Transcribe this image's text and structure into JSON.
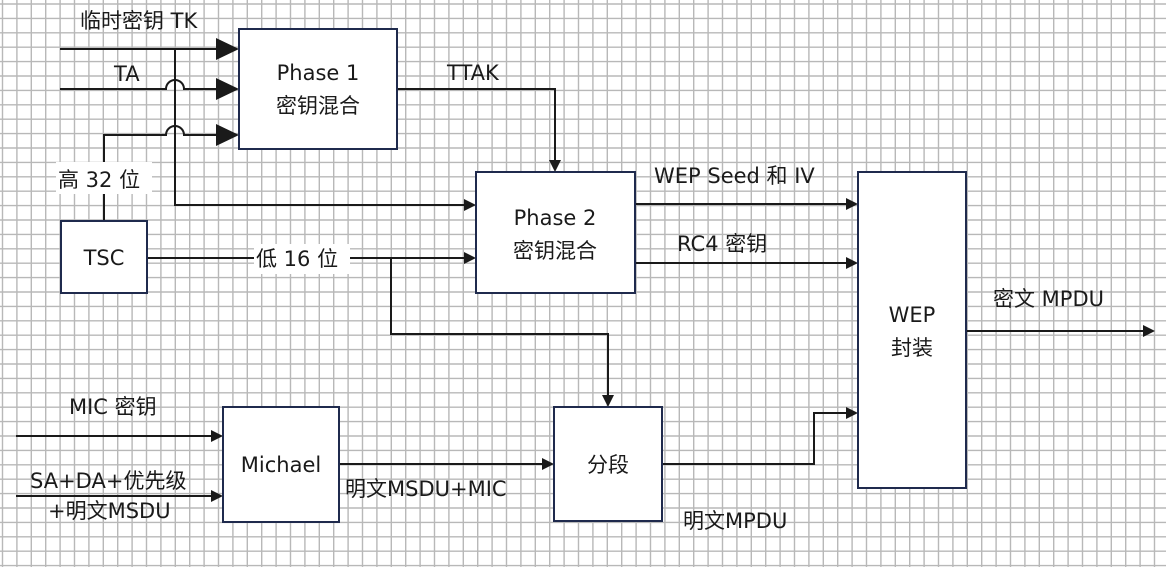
{
  "diagram": {
    "title": "TKIP encapsulation block diagram",
    "colors": {
      "grid": "#b8b8b8",
      "box_border": "#1f2a4d",
      "line": "#1a1a1a",
      "background": "#ffffff"
    },
    "boxes": {
      "phase1": {
        "line1": "Phase 1",
        "line2": "密钥混合"
      },
      "phase2": {
        "line1": "Phase 2",
        "line2": "密钥混合"
      },
      "tsc": {
        "line1": "TSC"
      },
      "michael": {
        "line1": "Michael"
      },
      "fragment": {
        "line1": "分段"
      },
      "wep": {
        "line1": "WEP",
        "line2": "封装"
      }
    },
    "labels": {
      "temporal_key": "临时密钥 TK",
      "ta": "TA",
      "high32": "高 32 位",
      "ttak": "TTAK",
      "low16": "低 16 位",
      "wep_seed_iv": "WEP Seed 和 IV",
      "rc4_key": "RC4 密钥",
      "ciphertext_mpdu": "密文 MPDU",
      "mic_key": "MIC 密钥",
      "sa_da_priority": "SA+DA+优先级",
      "plaintext_msdu_in": "+明文MSDU",
      "plaintext_msdu_mic": "明文MSDU+MIC",
      "plaintext_mpdu": "明文MPDU"
    }
  }
}
